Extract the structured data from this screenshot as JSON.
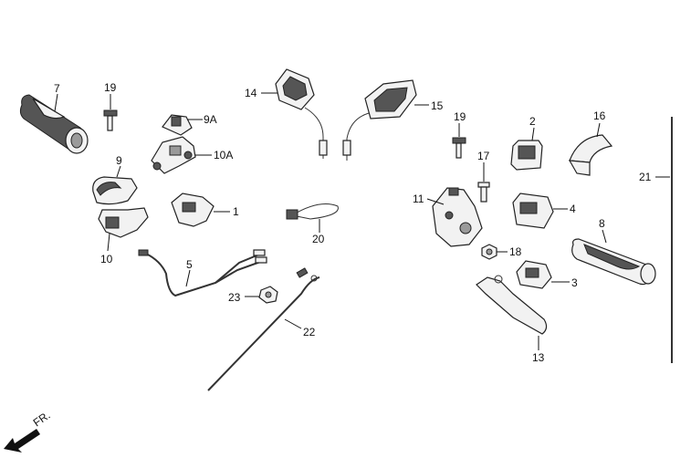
{
  "labels": {
    "p1": "1",
    "p3": "3",
    "p4": "4",
    "p5": "5",
    "p7": "7",
    "p8": "8",
    "p9": "9",
    "p9a": "9A",
    "p10": "10",
    "p10a": "10A",
    "p11": "11",
    "p13": "13",
    "p14": "14",
    "p15": "15",
    "p16": "16",
    "p17": "17",
    "p18": "18",
    "p19a": "19",
    "p19b": "19",
    "p2": "2",
    "p20": "20",
    "p21": "21",
    "p22": "22",
    "p23": "23"
  },
  "front_marker": "FR.",
  "colors": {
    "line": "#111111",
    "part_fill": "#f2f2f2",
    "grip_dark": "#555555"
  }
}
